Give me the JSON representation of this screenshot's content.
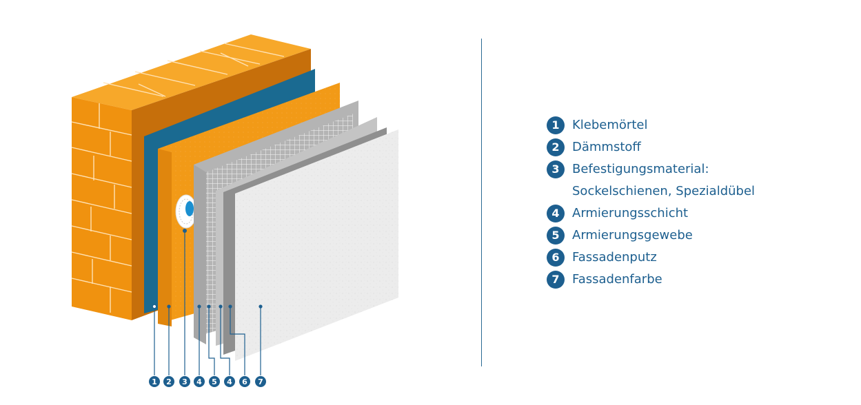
{
  "colors": {
    "accent": "#1d5f8f",
    "brick_front": "#f0920f",
    "brick_top": "#f7a82a",
    "brick_side": "#c8700a",
    "membrane": "#1a6a91",
    "insulation": "#f29a17",
    "reinforcement": "#b5b5b5",
    "finish_plaster": "#979797",
    "facade_paint": "#ececec"
  },
  "legend": [
    {
      "number": "1",
      "lines": [
        "Klebemörtel"
      ]
    },
    {
      "number": "2",
      "lines": [
        "Dämmstoff"
      ]
    },
    {
      "number": "3",
      "lines": [
        "Befestigungsmaterial:",
        "Sockelschienen, Spezialdübel"
      ]
    },
    {
      "number": "4",
      "lines": [
        "Armierungsschicht"
      ]
    },
    {
      "number": "5",
      "lines": [
        "Armierungsgewebe"
      ]
    },
    {
      "number": "6",
      "lines": [
        "Fassadenputz"
      ]
    },
    {
      "number": "7",
      "lines": [
        "Fassadenfarbe"
      ]
    }
  ],
  "callouts": [
    "1",
    "2",
    "3",
    "4",
    "5",
    "4",
    "6",
    "7"
  ]
}
